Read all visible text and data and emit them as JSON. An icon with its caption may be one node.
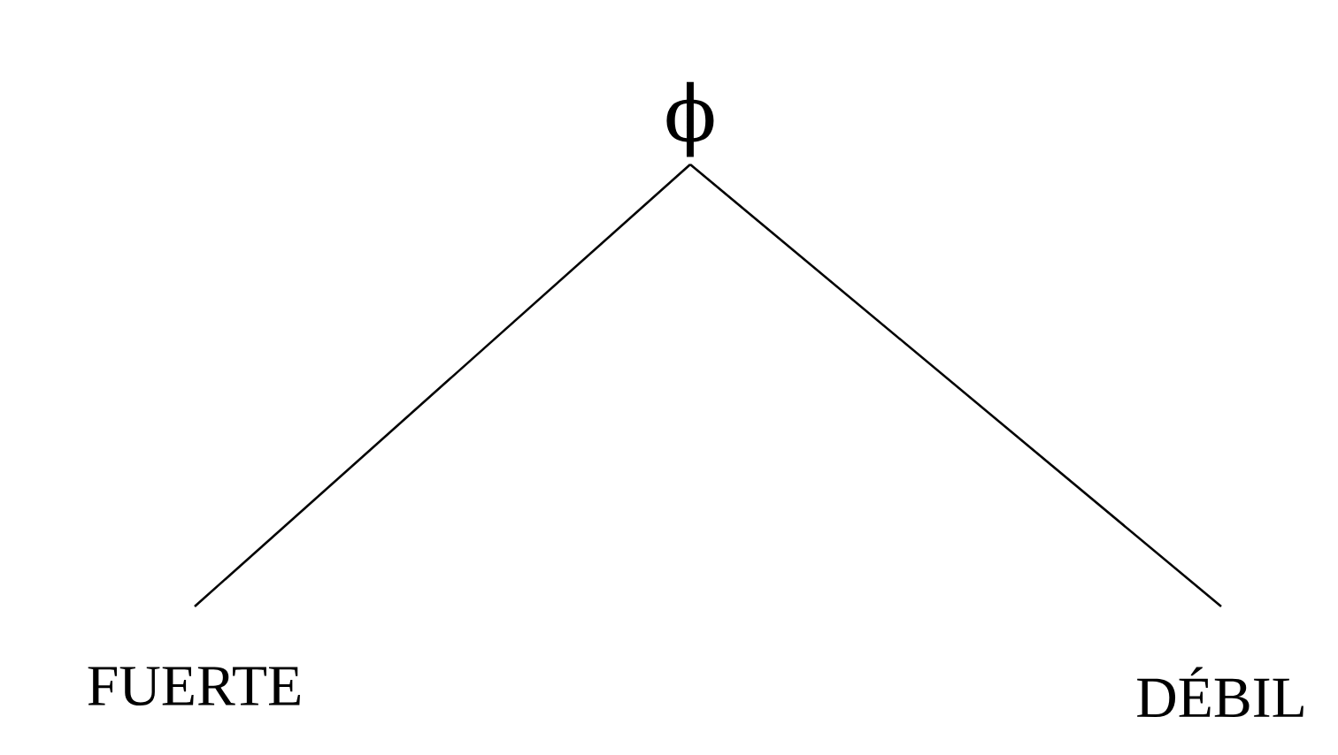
{
  "diagram": {
    "nodes": [
      {
        "text": [
          "ϕ"
        ]
      },
      {
        "text": [
          "FUERTE"
        ]
      },
      {
        "text": [
          "DÉBIL"
        ]
      }
    ],
    "edges": [
      {
        "from": 0,
        "to": 1,
        "arrow": "none"
      },
      {
        "from": 0,
        "to": 2,
        "arrow": "none"
      }
    ]
  }
}
